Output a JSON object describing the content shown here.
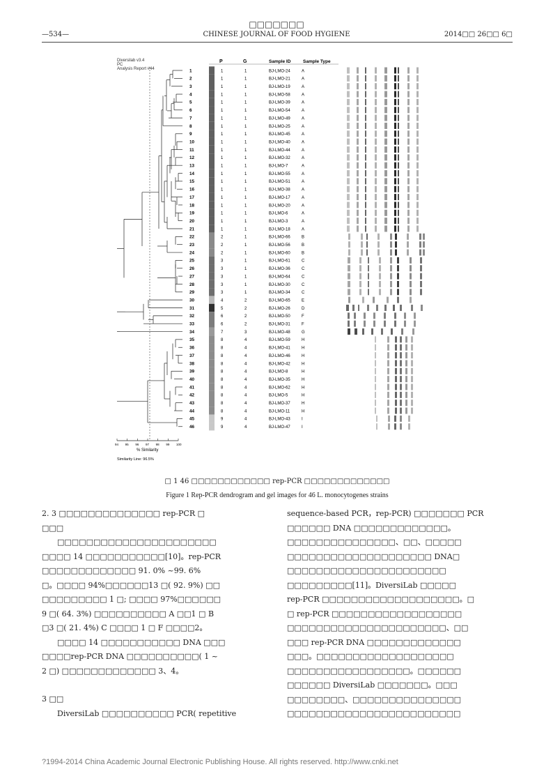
{
  "header": {
    "journal_cn": "□□□□□□□",
    "page": "—534—",
    "journal_en": "CHINESE JOURNAL OF FOOD HYGIENE",
    "issue": "2014□□ 26□□ 6□"
  },
  "figure": {
    "software": [
      "Diversilab v3.4",
      "PC",
      "Analysis Report #44"
    ],
    "col_p": "P",
    "col_g": "G",
    "col_sid": "Sample ID",
    "col_stype": "Sample Type",
    "axis_ticks": [
      "94",
      "95",
      "96",
      "97",
      "98",
      "99",
      "100"
    ],
    "axis_label": "% Similarity",
    "similarity_line": "Similarity Line: 96.5%",
    "rows": [
      {
        "n": "1",
        "p": "1",
        "g": "1",
        "id": "BJ-LMO-24",
        "t": "A"
      },
      {
        "n": "2",
        "p": "1",
        "g": "1",
        "id": "BJ-LMO-21",
        "t": "A"
      },
      {
        "n": "3",
        "p": "1",
        "g": "1",
        "id": "BJ-LMO-19",
        "t": "A"
      },
      {
        "n": "4",
        "p": "1",
        "g": "1",
        "id": "BJ-LMO-58",
        "t": "A"
      },
      {
        "n": "5",
        "p": "1",
        "g": "1",
        "id": "BJ-LMO-39",
        "t": "A"
      },
      {
        "n": "6",
        "p": "1",
        "g": "1",
        "id": "BJ-LMO-54",
        "t": "A"
      },
      {
        "n": "7",
        "p": "1",
        "g": "1",
        "id": "BJ-LMO-49",
        "t": "A"
      },
      {
        "n": "8",
        "p": "1",
        "g": "1",
        "id": "BJ-LMO-25",
        "t": "A"
      },
      {
        "n": "9",
        "p": "1",
        "g": "1",
        "id": "BJ-LMO-45",
        "t": "A"
      },
      {
        "n": "10",
        "p": "1",
        "g": "1",
        "id": "BJ-LMO-40",
        "t": "A"
      },
      {
        "n": "11",
        "p": "1",
        "g": "1",
        "id": "BJ-LMO-44",
        "t": "A"
      },
      {
        "n": "12",
        "p": "1",
        "g": "1",
        "id": "BJ-LMO-32",
        "t": "A"
      },
      {
        "n": "13",
        "p": "1",
        "g": "1",
        "id": "BJ-LMO-7",
        "t": "A"
      },
      {
        "n": "14",
        "p": "1",
        "g": "1",
        "id": "BJ-LMO-55",
        "t": "A"
      },
      {
        "n": "15",
        "p": "1",
        "g": "1",
        "id": "BJ-LMO-51",
        "t": "A"
      },
      {
        "n": "16",
        "p": "1",
        "g": "1",
        "id": "BJ-LMO-38",
        "t": "A"
      },
      {
        "n": "17",
        "p": "1",
        "g": "1",
        "id": "BJ-LMO-17",
        "t": "A"
      },
      {
        "n": "18",
        "p": "1",
        "g": "1",
        "id": "BJ-LMO-20",
        "t": "A"
      },
      {
        "n": "19",
        "p": "1",
        "g": "1",
        "id": "BJ-LMO-6",
        "t": "A"
      },
      {
        "n": "20",
        "p": "1",
        "g": "1",
        "id": "BJ-LMO-3",
        "t": "A"
      },
      {
        "n": "21",
        "p": "1",
        "g": "1",
        "id": "BJ-LMO-18",
        "t": "A"
      },
      {
        "n": "22",
        "p": "2",
        "g": "1",
        "id": "BJ-LMO-66",
        "t": "B"
      },
      {
        "n": "23",
        "p": "2",
        "g": "1",
        "id": "BJ-LMO-56",
        "t": "B"
      },
      {
        "n": "24",
        "p": "2",
        "g": "1",
        "id": "BJ-LMO-60",
        "t": "B"
      },
      {
        "n": "25",
        "p": "3",
        "g": "1",
        "id": "BJ-LMO-61",
        "t": "C"
      },
      {
        "n": "26",
        "p": "3",
        "g": "1",
        "id": "BJ-LMO-36",
        "t": "C"
      },
      {
        "n": "27",
        "p": "3",
        "g": "1",
        "id": "BJ-LMO-64",
        "t": "C"
      },
      {
        "n": "28",
        "p": "3",
        "g": "1",
        "id": "BJ-LMO-30",
        "t": "C"
      },
      {
        "n": "29",
        "p": "3",
        "g": "1",
        "id": "BJ-LMO-34",
        "t": "C"
      },
      {
        "n": "30",
        "p": "4",
        "g": "2",
        "id": "BJ-LMO-65",
        "t": "E"
      },
      {
        "n": "31",
        "p": "5",
        "g": "2",
        "id": "BJ-LMO-26",
        "t": "D"
      },
      {
        "n": "32",
        "p": "6",
        "g": "2",
        "id": "BJ-LMO-50",
        "t": "F"
      },
      {
        "n": "33",
        "p": "6",
        "g": "2",
        "id": "BJ-LMO-31",
        "t": "F"
      },
      {
        "n": "34",
        "p": "7",
        "g": "3",
        "id": "BJ-LMO-48",
        "t": "G"
      },
      {
        "n": "35",
        "p": "8",
        "g": "4",
        "id": "BJ-LMO-59",
        "t": "H"
      },
      {
        "n": "36",
        "p": "8",
        "g": "4",
        "id": "BJ-LMO-41",
        "t": "H"
      },
      {
        "n": "37",
        "p": "8",
        "g": "4",
        "id": "BJ-LMO-46",
        "t": "H"
      },
      {
        "n": "38",
        "p": "8",
        "g": "4",
        "id": "BJ-LMO-42",
        "t": "H"
      },
      {
        "n": "39",
        "p": "8",
        "g": "4",
        "id": "BJ-LMO-8",
        "t": "H"
      },
      {
        "n": "40",
        "p": "8",
        "g": "4",
        "id": "BJ-LMO-35",
        "t": "H"
      },
      {
        "n": "41",
        "p": "8",
        "g": "4",
        "id": "BJ-LMO-62",
        "t": "H"
      },
      {
        "n": "42",
        "p": "8",
        "g": "4",
        "id": "BJ-LMO-5",
        "t": "H"
      },
      {
        "n": "43",
        "p": "8",
        "g": "4",
        "id": "BJ-LMO-37",
        "t": "H"
      },
      {
        "n": "44",
        "p": "8",
        "g": "4",
        "id": "BJ-LMO-11",
        "t": "H"
      },
      {
        "n": "45",
        "p": "9",
        "g": "4",
        "id": "BJ-LMO-43",
        "t": "I"
      },
      {
        "n": "46",
        "p": "9",
        "g": "4",
        "id": "BJ-LMO-47",
        "t": "I"
      }
    ],
    "caption_cn": "□ 1   46 □□□□□□□□□□□□ rep-PCR □□□□□□□□□□□□□",
    "caption_en": "Figure 1   Rep-PCR dendrogram and gel images for 46 L. monocytogenes strains"
  },
  "left_column": {
    "sec23_title": "2. 3   □□□□□□□□□□□□□□ rep-PCR □",
    "sec23_title2": "□□□",
    "p1": [
      "□□□□□□□□□□□□□□□□□□□□□□",
      "□□□□ 14 □□□□□□□□□□□[10]。rep-PCR",
      "□□□□□□□□□□□□□ 91. 0% ~99. 6%",
      "□。□□□□ 94%□□□□□□13 □( 92. 9%) □□",
      "□□□□□□□□□ 1 □; □□□□ 97%□□□□□□",
      "9 □( 64. 3%) □□□□□□□□□□ A □□1 □ B",
      "□3 □( 21. 4%) C □□□□ 1 □ F □□□□2。"
    ],
    "p2": [
      "□□□□ 14 □□□□□□□□□□□ DNA □□□",
      "□□□□rep-PCR DNA □□□□□□□□□□( 1 ~",
      "2 □) □□□□□□□□□□□□□ 3、4。"
    ],
    "sec3_title": "3   □□",
    "p3": "DiversiLab □□□□□□□□□□ PCR( repetitive"
  },
  "right_column": {
    "lines": [
      "sequence-based PCR，rep-PCR) □□□□□□□ PCR",
      "□□□□□□ DNA □□□□□□□□□□□□□。",
      "□□□□□□□□□□□□□□□、□□、□□□□□",
      "□□□□□□□□□□□□□□□□□□□□ DNA□",
      "□□□□□□□□□□□□□□□□□□□□□□",
      "□□□□□□□□□[11]。DiversiLab □□□□□",
      "rep-PCR □□□□□□□□□□□□□□□□□□□。□",
      "□ rep-PCR □□□□□□□□□□□□□□□□□□",
      "□□□□□□□□□□□□□□□□□□□□□□、□□",
      "□□□ rep-PCR DNA □□□□□□□□□□□□□",
      "□□□。□□□□□□□□□□□□□□□□□□□",
      "□□□□□□□□□□□□□□□□□。□□□□□□",
      "□□□□□□ DiversiLab □□□□□□□。□□□",
      "□□□□□□□□、□□□□□□□□□□□□□□□",
      "□□□□□□□□□□□□□□□□□□□□□□□□"
    ]
  },
  "footer": "?1994-2014 China Academic Journal Electronic Publishing House. All rights reserved.    http://www.cnki.net"
}
